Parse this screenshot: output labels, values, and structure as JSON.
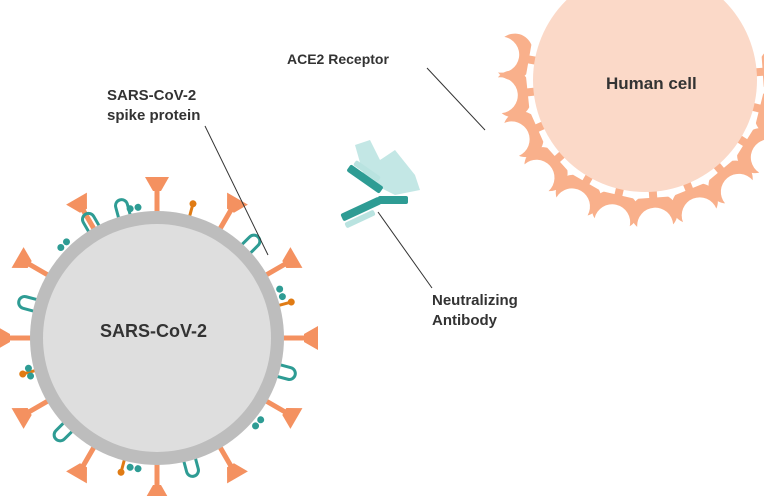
{
  "labels": {
    "ace2_receptor": "ACE2 Receptor",
    "spike_line1": "SARS-CoV-2",
    "spike_line2": "spike protein",
    "virus": "SARS-CoV-2",
    "human_cell": "Human cell",
    "antibody_line1": "Neutralizing",
    "antibody_line2": "Antibody"
  },
  "colors": {
    "cell": "#FBD9C8",
    "receptor": "#F9B08B",
    "virus_core": "#DEDEDE",
    "virus_ring": "#BDBDBD",
    "spike": "#F49160",
    "spike_stub": "#E07B14",
    "teal": "#2E9C94",
    "teal_light": "#B9E3E0",
    "leader_line": "#333333"
  }
}
